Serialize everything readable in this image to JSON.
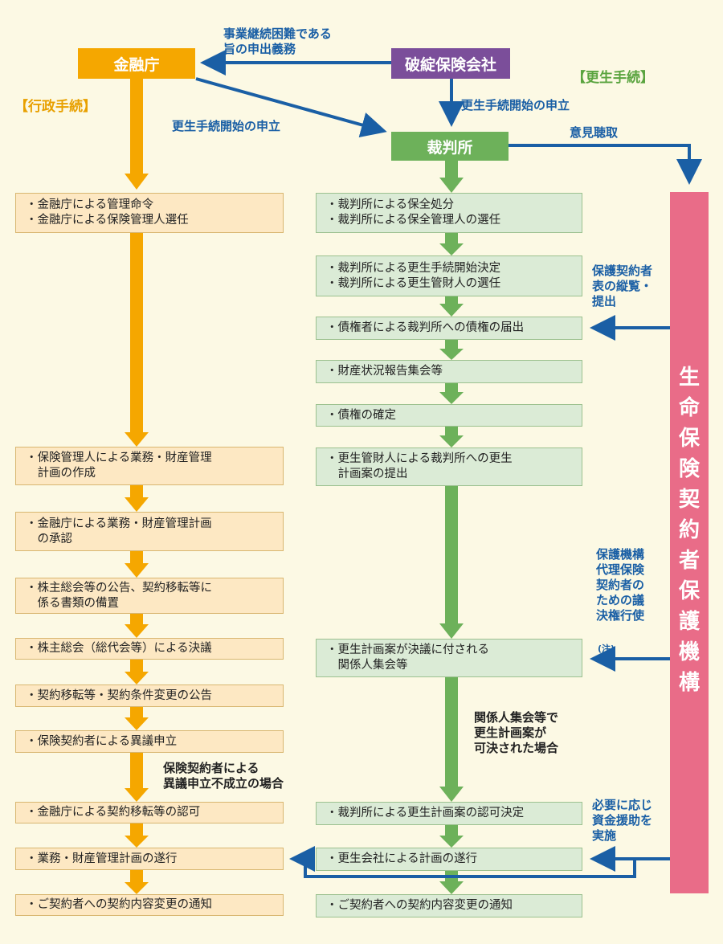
{
  "headers": {
    "fsa": "金融庁",
    "failed_insurer": "破綻保険会社",
    "court": "裁判所",
    "admin_proc": "【行政手続】",
    "reorg_proc": "【更生手続】",
    "org": "生命保険契約者保護機構"
  },
  "notes": {
    "duty": "事業継続困難である\n旨の申出義務",
    "petition_fsa": "更生手続開始の申立",
    "petition_insurer": "更生手続開始の申立",
    "opinion": "意見聴取",
    "policy_list": "保護契約者\n表の縦覧・\n提出",
    "vote_1": "保護機構\n代理保険\n契約者の\nための議\n決権行使",
    "vote_note": "(注)",
    "approved": "関係人集会等で\n更生計画案が\n可決された場合",
    "objection": "保険契約者による\n異議申立不成立の場合",
    "funding": "必要に応じ\n資金援助を\n実施"
  },
  "left_steps": [
    "・金融庁による管理命令\n・金融庁による保険管理人選任",
    "・保険管理人による業務・財産管理\n　計画の作成",
    "・金融庁による業務・財産管理計画\n　の承認",
    "・株主総会等の公告、契約移転等に\n　係る書類の備置",
    "・株主総会（総代会等）による決議",
    "・契約移転等・契約条件変更の公告",
    "・保険契約者による異議申立",
    "・金融庁による契約移転等の認可",
    "・業務・財産管理計画の遂行",
    "・ご契約者への契約内容変更の通知"
  ],
  "right_steps": [
    "・裁判所による保全処分\n・裁判所による保全管理人の選任",
    "・裁判所による更生手続開始決定\n・裁判所による更生管財人の選任",
    "・債権者による裁判所への債権の届出",
    "・財産状況報告集会等",
    "・債権の確定",
    "・更生管財人による裁判所への更生\n　計画案の提出",
    "・更生計画案が決議に付される\n　関係人集会等",
    "・裁判所による更生計画案の認可決定",
    "・更生会社による計画の遂行",
    "・ご契約者への契約内容変更の通知"
  ],
  "colors": {
    "orange": "#f5a700",
    "purple": "#7b4e9a",
    "green": "#6db15a",
    "blue": "#1a5fa5",
    "pink": "#e96c88"
  }
}
